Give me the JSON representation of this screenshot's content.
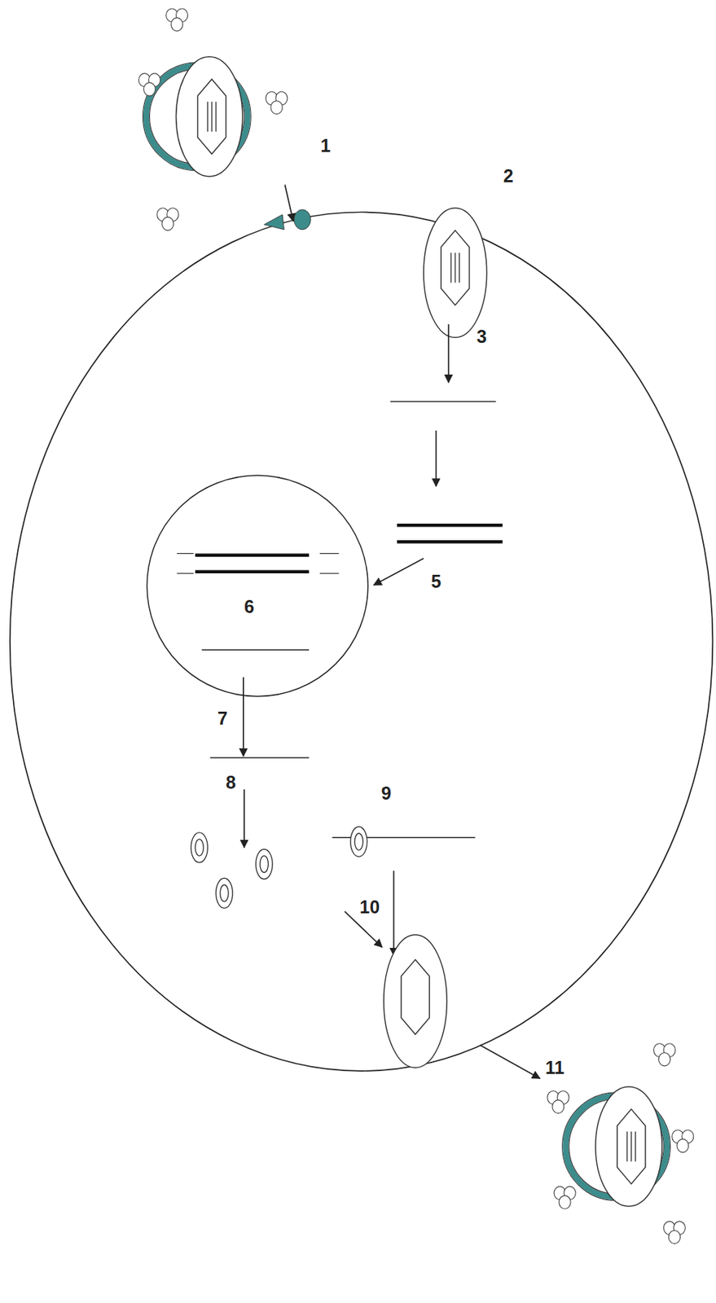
{
  "diagram": {
    "labels": [
      "1",
      "2",
      "3",
      "5",
      "6",
      "7",
      "8",
      "9",
      "10",
      "11"
    ]
  }
}
